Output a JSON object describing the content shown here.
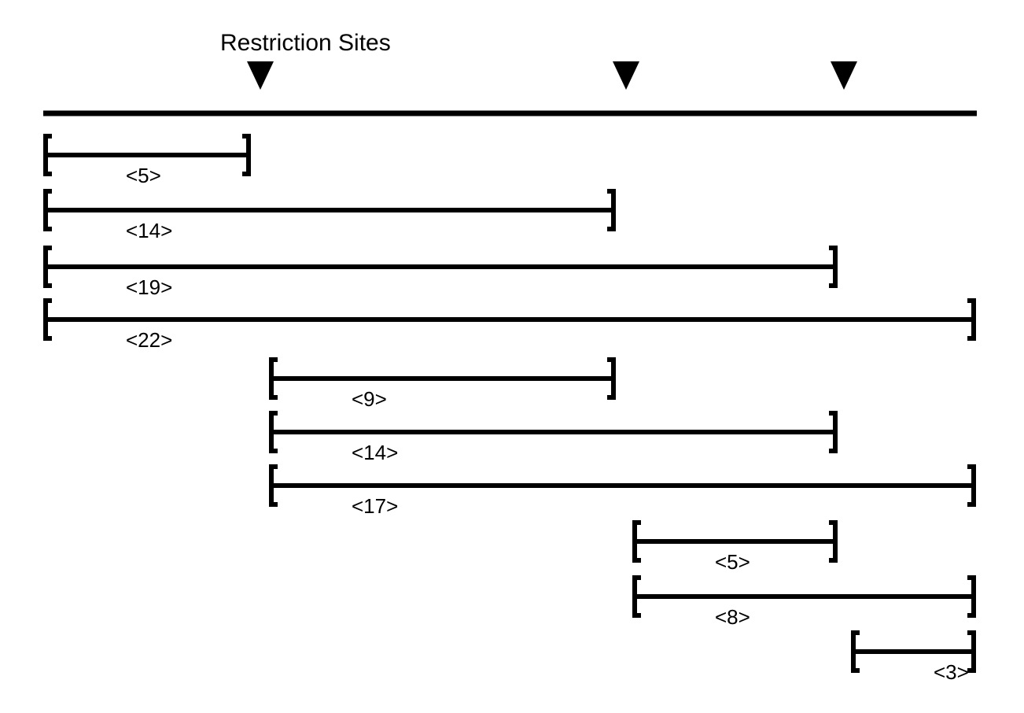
{
  "title": "Restriction Sites",
  "restriction_sites": [
    {
      "position": 5
    },
    {
      "position": 14
    },
    {
      "position": 19
    }
  ],
  "dna_length": 22,
  "fragments": [
    {
      "start": 0,
      "end": 5,
      "label": "<5>"
    },
    {
      "start": 0,
      "end": 14,
      "label": "<14>"
    },
    {
      "start": 0,
      "end": 19,
      "label": "<19>"
    },
    {
      "start": 0,
      "end": 22,
      "label": "<22>"
    },
    {
      "start": 5,
      "end": 14,
      "label": "<9>"
    },
    {
      "start": 5,
      "end": 19,
      "label": "<14>"
    },
    {
      "start": 5,
      "end": 22,
      "label": "<17>"
    },
    {
      "start": 14,
      "end": 19,
      "label": "<5>"
    },
    {
      "start": 14,
      "end": 22,
      "label": "<8>"
    },
    {
      "start": 19,
      "end": 22,
      "label": "<3>"
    }
  ],
  "colors": {
    "ink": "#000000",
    "background": "#ffffff"
  }
}
